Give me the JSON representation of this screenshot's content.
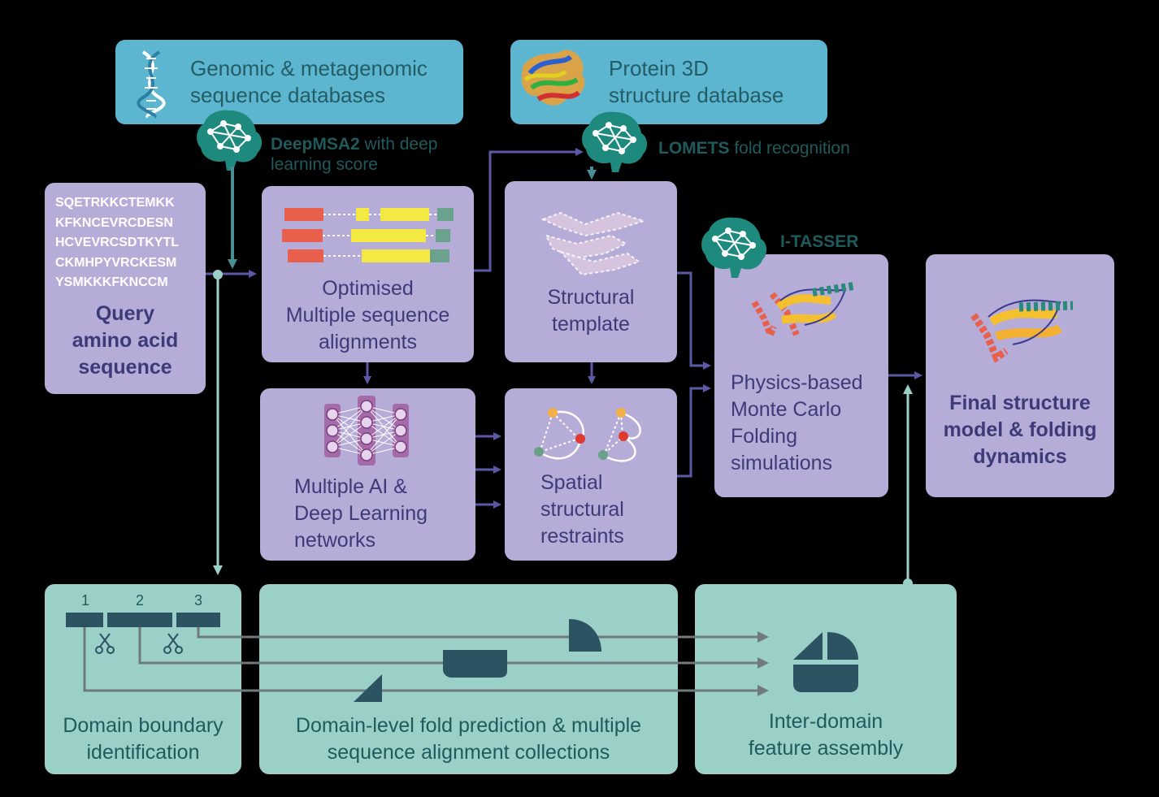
{
  "databases": {
    "genomic": [
      "Genomic & metagenomic",
      "sequence databases"
    ],
    "structure": [
      "Protein 3D",
      "structure database"
    ]
  },
  "annotations": {
    "deepmsa_bold": "DeepMSA2",
    "deepmsa_rest1": " with deep",
    "deepmsa_rest2": "learning score",
    "lomets_bold": "LOMETS",
    "lomets_rest": " fold recognition",
    "itasser": "I-TASSER"
  },
  "query": {
    "sequence": [
      "SQETRKKCTEMKK",
      "KFKNCEVRCDESN",
      "HCVEVRCSDTKYTL",
      "CKMHPYVRCKESM",
      "YSMKKKFKNCCM"
    ],
    "label": [
      "Query",
      "amino acid",
      "sequence"
    ]
  },
  "msa": {
    "label": [
      "Optimised",
      "Multiple sequence",
      "alignments"
    ]
  },
  "template": {
    "label": [
      "Structural",
      "template"
    ]
  },
  "networks": {
    "label": [
      "Multiple AI &",
      "Deep Learning",
      "networks"
    ]
  },
  "restraints": {
    "label": [
      "Spatial",
      "structural",
      "restraints"
    ]
  },
  "simulation": {
    "label": [
      "Physics-based",
      "Monte Carlo",
      "Folding",
      "simulations"
    ]
  },
  "final": {
    "label": [
      "Final structure",
      "model & folding",
      "dynamics"
    ]
  },
  "domains": {
    "numbers": [
      "1",
      "2",
      "3"
    ],
    "boundary": [
      "Domain boundary",
      "identification"
    ],
    "foldpred": [
      "Domain-level fold prediction & multiple",
      "sequence alignment collections"
    ],
    "assembly": [
      "Inter-domain",
      "feature assembly"
    ]
  },
  "colors": {
    "blue": "#5db6cf",
    "purple": "#b6acd8",
    "teal": "#9ad0c8",
    "purple_arrow": "#5b58a6",
    "teal_arrow": "#4a8e95",
    "grey_line": "#6f7a7d",
    "dark_teal": "#2b5361",
    "brain": "#1d8a7d"
  },
  "icons": [
    "dna-icon",
    "protein-structure-icon",
    "neural-brain-icon",
    "neural-network-icon",
    "scissors-icon",
    "restraint-graph-icon"
  ]
}
